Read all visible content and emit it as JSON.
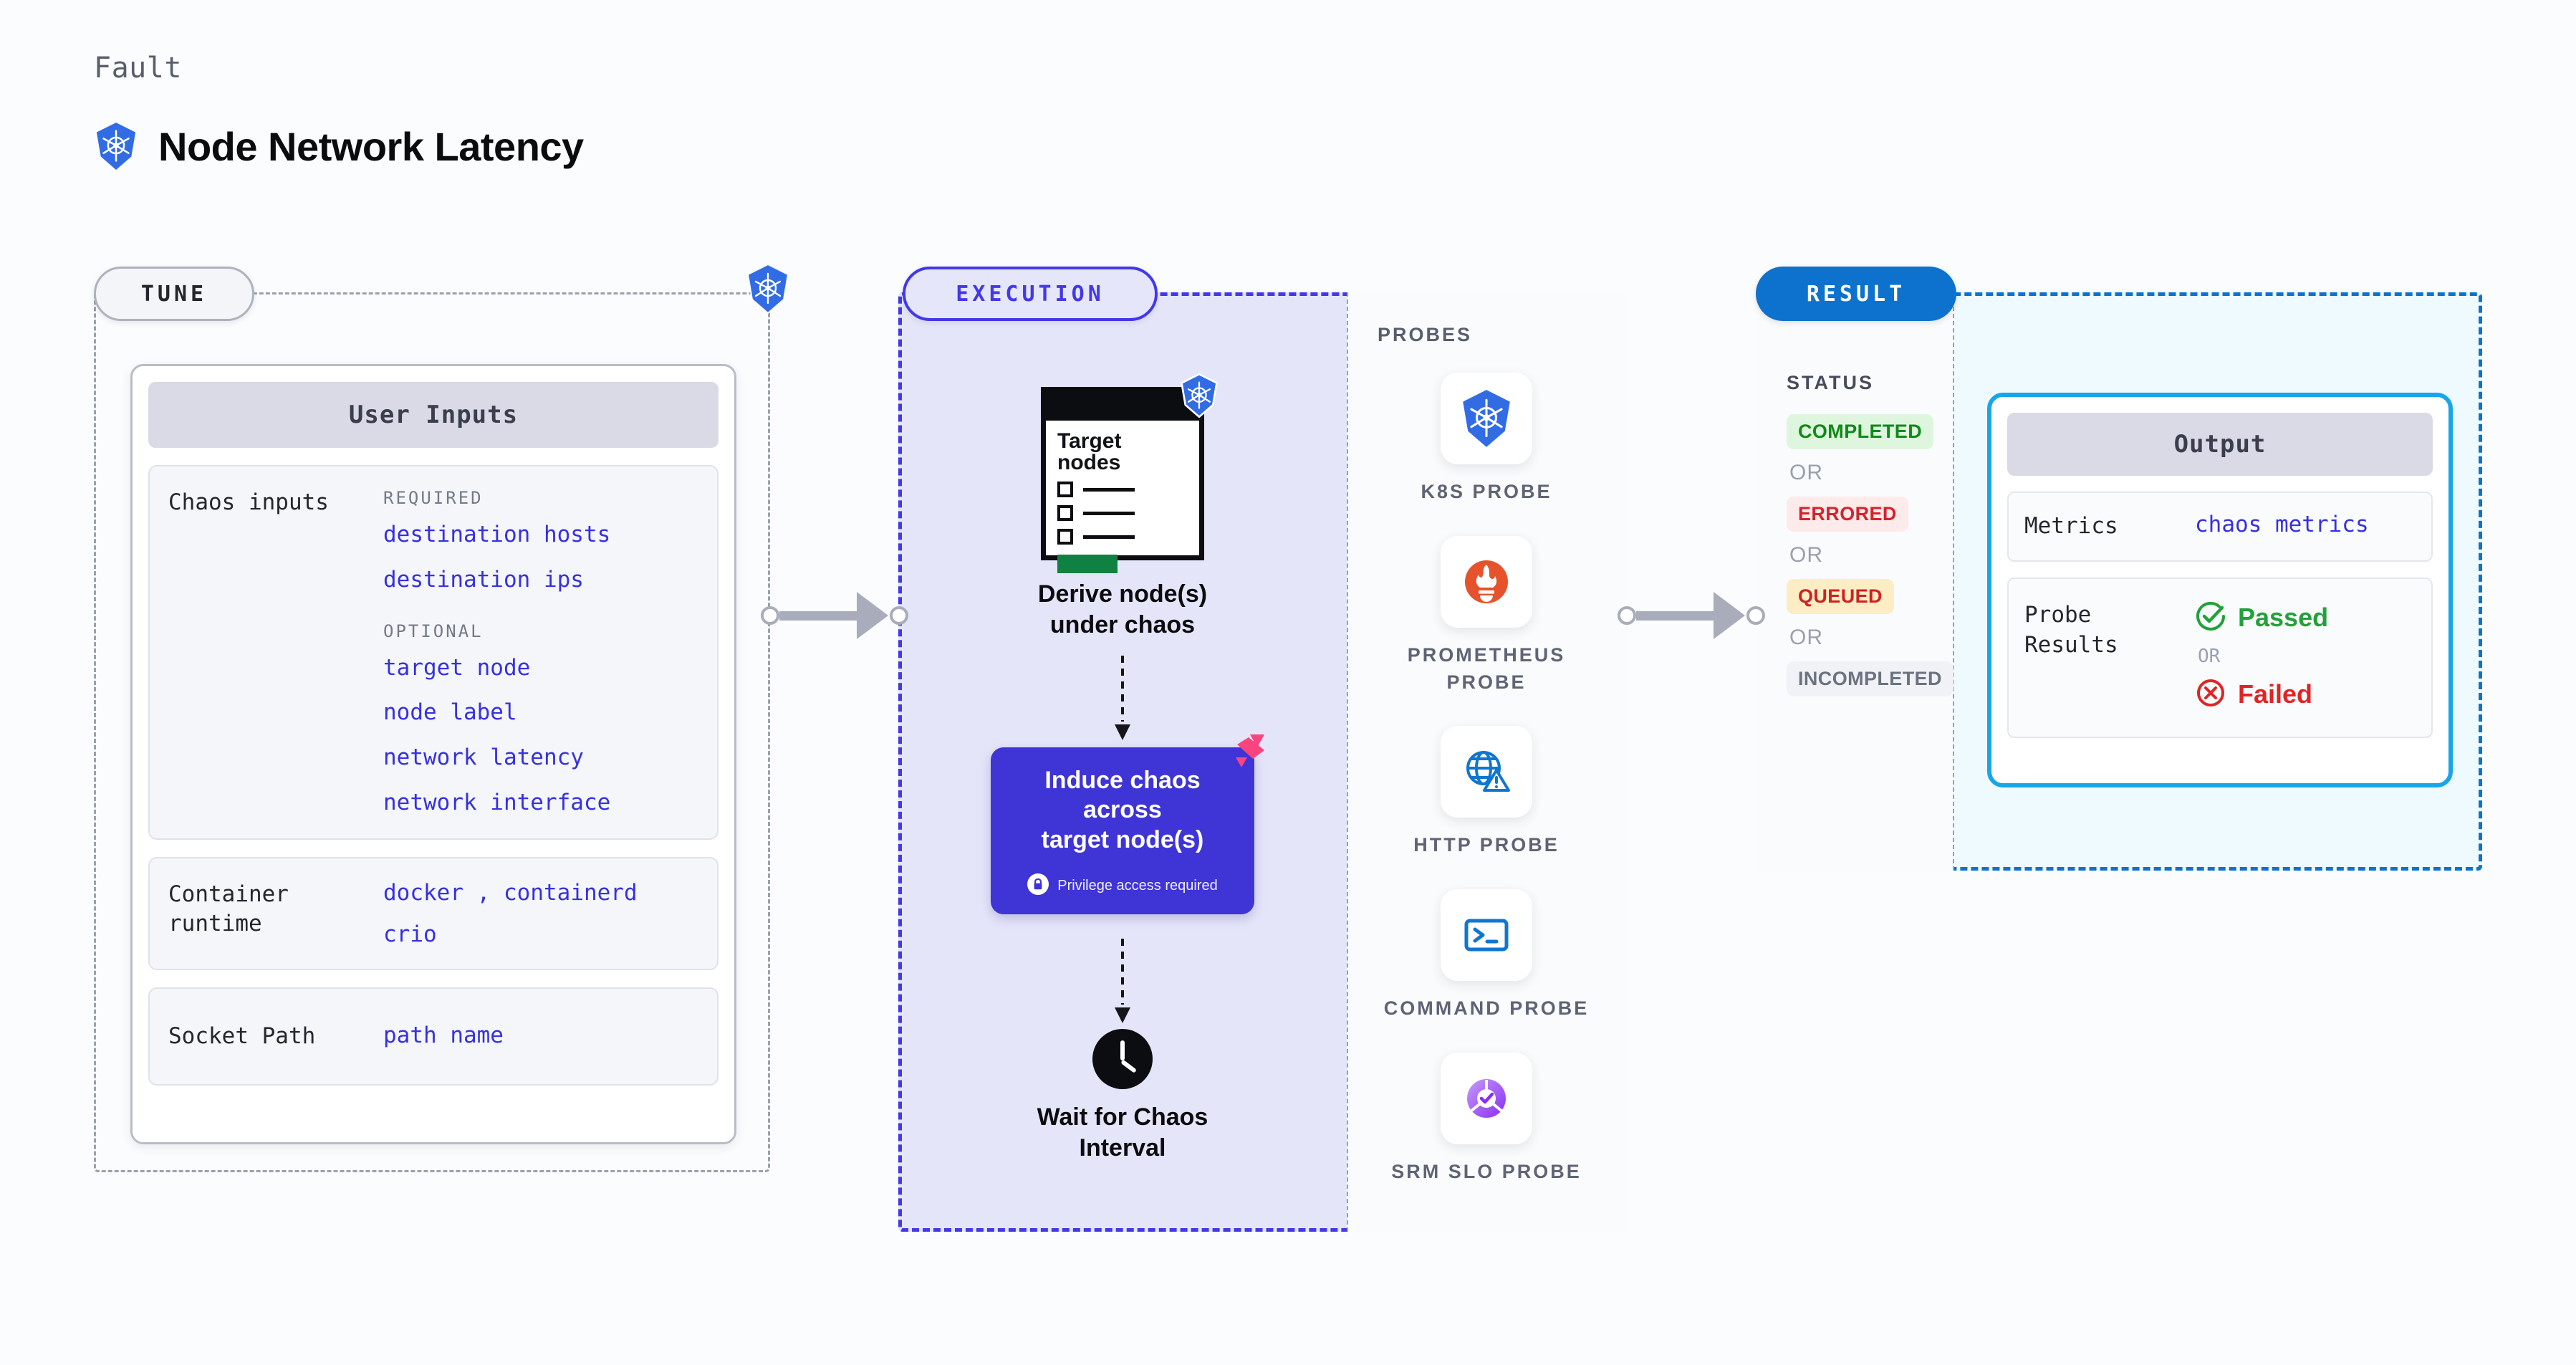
{
  "header": {
    "eyebrow": "Fault",
    "title": "Node Network Latency",
    "icon": "kubernetes-icon"
  },
  "tune": {
    "pill_label": "TUNE",
    "card_title": "User Inputs",
    "sections": [
      {
        "label": "Chaos inputs",
        "groups": [
          {
            "heading": "REQUIRED",
            "values": [
              "destination hosts",
              "destination ips"
            ]
          },
          {
            "heading": "OPTIONAL",
            "values": [
              "target node",
              "node label",
              "network latency",
              "network interface"
            ]
          }
        ]
      },
      {
        "label": "Container runtime",
        "values_line1": "docker",
        "values_sep": ",",
        "values_line1b": "containerd",
        "values_line2": "crio"
      },
      {
        "label": "Socket Path",
        "value": "path name"
      }
    ]
  },
  "execution": {
    "pill_label": "EXECUTION",
    "node_card": {
      "title_line1": "Target",
      "title_line2": "nodes",
      "badge_icon": "kubernetes-icon"
    },
    "steps": [
      {
        "label_line1": "Derive node(s)",
        "label_line2": "under chaos"
      },
      {
        "label_line1": "Induce chaos across",
        "label_line2": "target node(s)",
        "note": "Privilege access required",
        "note_icon": "lock-icon",
        "badge_icon": "litmus-icon"
      },
      {
        "label_line1": "Wait for Chaos",
        "label_line2": "Interval",
        "icon": "clock-icon"
      }
    ]
  },
  "probes": {
    "title": "PROBES",
    "items": [
      {
        "label": "K8S PROBE",
        "icon": "kubernetes-icon"
      },
      {
        "label": "PROMETHEUS PROBE",
        "icon": "prometheus-icon"
      },
      {
        "label": "HTTP PROBE",
        "icon": "http-globe-warning-icon"
      },
      {
        "label": "COMMAND PROBE",
        "icon": "terminal-icon"
      },
      {
        "label": "SRM SLO PROBE",
        "icon": "srm-slo-icon"
      }
    ]
  },
  "result": {
    "pill_label": "RESULT",
    "status_title": "STATUS",
    "or_label": "OR",
    "statuses": [
      {
        "label": "COMPLETED",
        "bg": "#dff6de",
        "fg": "#108a18"
      },
      {
        "label": "ERRORED",
        "bg": "#fdeaea",
        "fg": "#d3242a"
      },
      {
        "label": "QUEUED",
        "bg": "#fdedc4",
        "fg": "#cd2222"
      },
      {
        "label": "INCOMPLETED",
        "bg": "#f1f2f6",
        "fg": "#6b7280"
      }
    ],
    "output": {
      "title": "Output",
      "metrics_label": "Metrics",
      "metrics_value": "chaos metrics",
      "probe_label_line1": "Probe",
      "probe_label_line2": "Results",
      "passed": "Passed",
      "failed": "Failed",
      "or_label": "OR"
    }
  },
  "colors": {
    "accent_indigo": "#3730e0",
    "accent_blue": "#0d72cd",
    "accent_cyan": "#18a6e8",
    "k8s_blue": "#326ce5",
    "success_green": "#22a13a",
    "error_red": "#e02424",
    "litmus_pink": "#f9447e"
  }
}
